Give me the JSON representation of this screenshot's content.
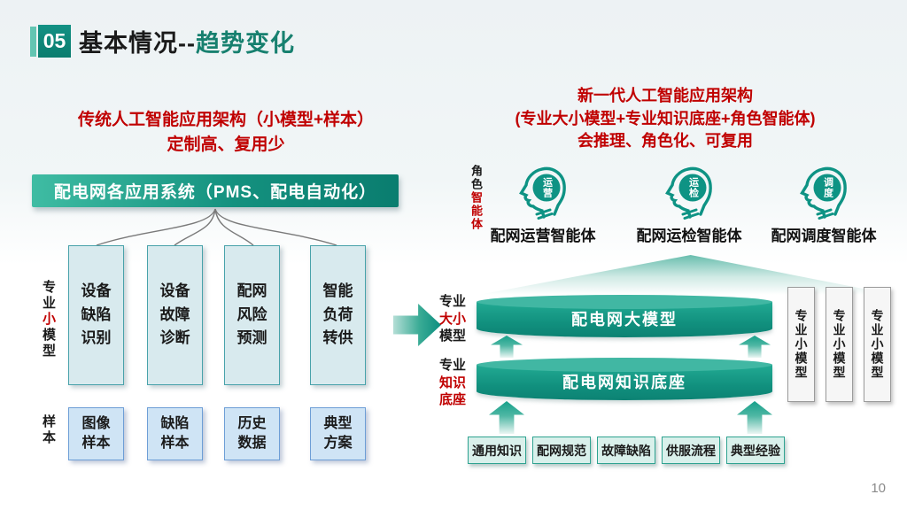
{
  "slide": {
    "badge": "05",
    "title_black": "基本情况--",
    "title_green": "趋势变化",
    "page_number": "10"
  },
  "left": {
    "headline_line1": "传统人工智能应用架构（小模型+样本）",
    "headline_line2": "定制高、复用少",
    "banner": "配电网各应用系统（PMS、配电自动化）",
    "model_label": {
      "pre": "专业",
      "highlight": "小",
      "post": "模型"
    },
    "model_boxes": [
      "设备\n缺陷\n识别",
      "设备\n故障\n诊断",
      "配网\n风险\n预测",
      "智能\n负荷\n转供"
    ],
    "sample_label": "样本",
    "sample_boxes": [
      "图像\n样本",
      "缺陷\n样本",
      "历史\n数据",
      "典型\n方案"
    ]
  },
  "right": {
    "headline_line1": "新一代人工智能应用架构",
    "headline_line2": "(专业大小模型+专业知识底座+角色智能体)",
    "headline_line3": "会推理、角色化、可复用",
    "agent_label": {
      "pre": "角色",
      "highlight": "智能体"
    },
    "agents": [
      {
        "badge": "运营",
        "caption": "配网运营智能体"
      },
      {
        "badge": "运检",
        "caption": "配网运检智能体"
      },
      {
        "badge": "调度",
        "caption": "配网调度智能体"
      }
    ],
    "big_model_label": {
      "l1": "专业",
      "l2": "大小",
      "l3": "模型"
    },
    "big_model": "配电网大模型",
    "knowledge_label": {
      "l1": "专业",
      "l2": "知识",
      "l3": "底座"
    },
    "knowledge_base": "配电网知识底座",
    "small_model_boxes": [
      "专业小模型",
      "专业小模型",
      "专业小模型"
    ],
    "knowledge_boxes": [
      "通用知识",
      "配网规范",
      "故障缺陷",
      "供服流程",
      "典型经验"
    ]
  },
  "colors": {
    "teal": "#0e9384",
    "teal_dark": "#0a7d6f",
    "teal_light": "#3fbca3",
    "red": "#c00000",
    "left_box_bg": "#d8eaee",
    "left_box_border": "#48a2aa",
    "sample_box_bg": "#cfe4f5",
    "sample_box_border": "#6d9ed6",
    "knowledge_box_bg": "#d9f0eb",
    "knowledge_box_border": "#2fa391"
  }
}
